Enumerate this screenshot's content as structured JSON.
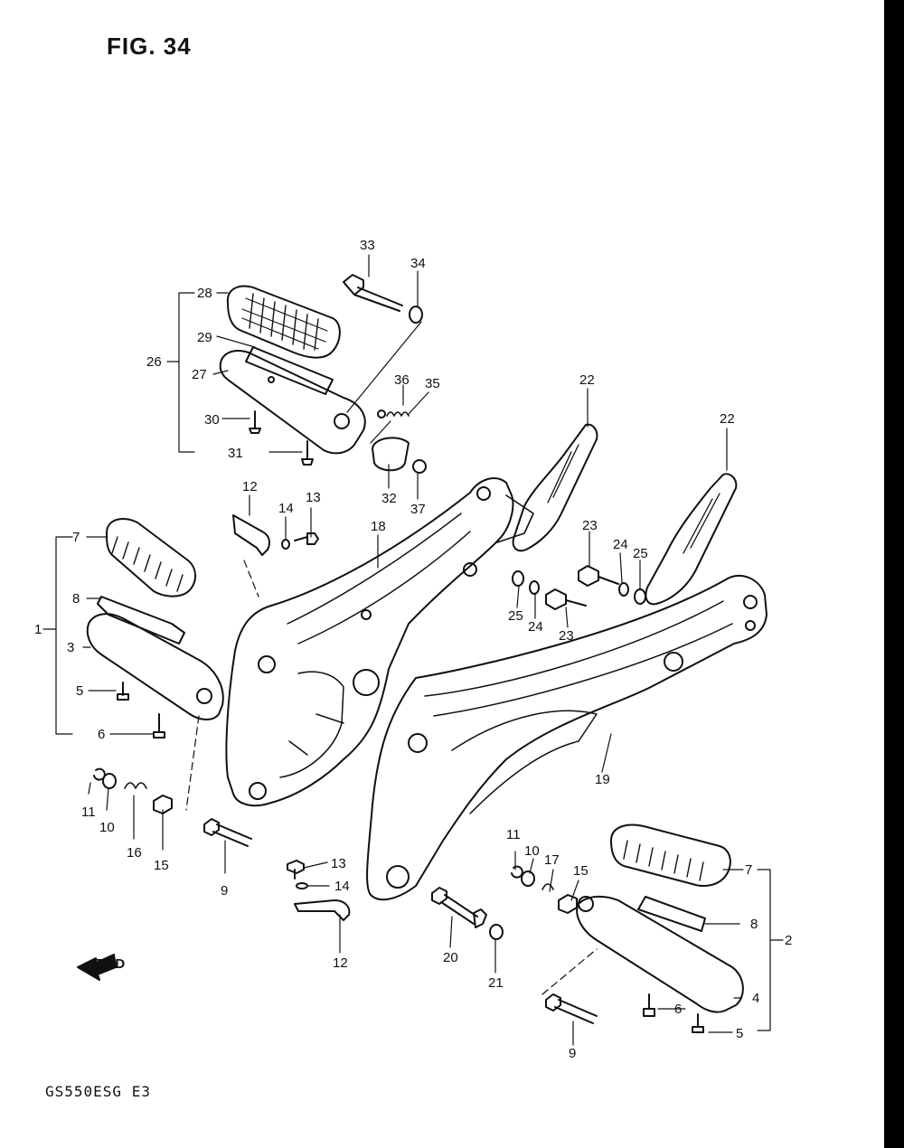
{
  "figure": {
    "title": "FIG. 34",
    "model_code": "GS550ESG  E3",
    "fwd_label": "FWD"
  },
  "callouts": {
    "c1": "1",
    "c2": "2",
    "c3": "3",
    "c4": "4",
    "c5a": "5",
    "c5b": "5",
    "c6a": "6",
    "c6b": "6",
    "c7a": "7",
    "c7b": "7",
    "c8a": "8",
    "c8b": "8",
    "c9a": "9",
    "c9b": "9",
    "c10a": "10",
    "c10b": "10",
    "c11a": "11",
    "c11b": "11",
    "c12a": "12",
    "c12b": "12",
    "c13a": "13",
    "c13b": "13",
    "c14a": "14",
    "c14b": "14",
    "c15a": "15",
    "c15b": "15",
    "c16": "16",
    "c17": "17",
    "c18": "18",
    "c19": "19",
    "c20": "20",
    "c21": "21",
    "c22a": "22",
    "c22b": "22",
    "c23a": "23",
    "c23b": "23",
    "c24a": "24",
    "c24b": "24",
    "c25a": "25",
    "c25b": "25",
    "c26": "26",
    "c27": "27",
    "c28": "28",
    "c29": "29",
    "c30": "30",
    "c31": "31",
    "c32": "32",
    "c33": "33",
    "c34": "34",
    "c35": "35",
    "c36": "36",
    "c37": "37"
  }
}
